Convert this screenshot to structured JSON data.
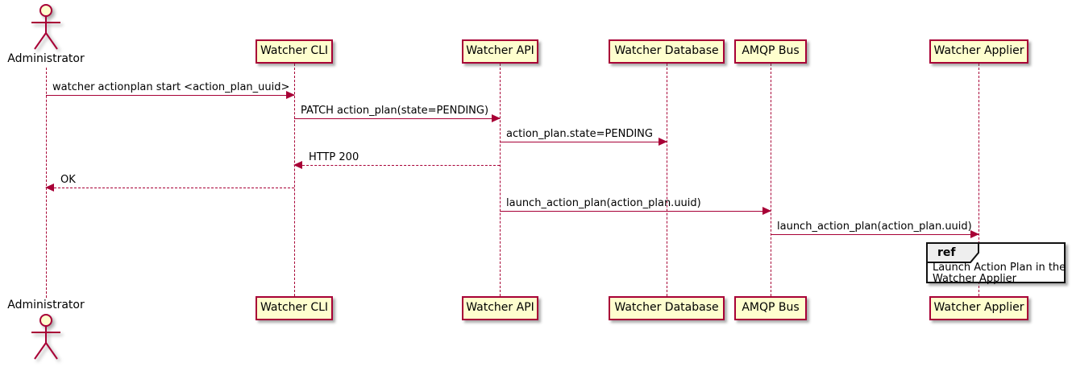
{
  "actor": {
    "name": "Administrator"
  },
  "participants": [
    {
      "name": "Watcher CLI"
    },
    {
      "name": "Watcher API"
    },
    {
      "name": "Watcher Database"
    },
    {
      "name": "AMQP Bus"
    },
    {
      "name": "Watcher Applier"
    }
  ],
  "messages": [
    {
      "text": "watcher actionplan start <action_plan_uuid>",
      "from": "Administrator",
      "to": "Watcher CLI",
      "style": "solid"
    },
    {
      "text": "PATCH action_plan(state=PENDING)",
      "from": "Watcher CLI",
      "to": "Watcher API",
      "style": "solid"
    },
    {
      "text": "action_plan.state=PENDING",
      "from": "Watcher API",
      "to": "Watcher Database",
      "style": "solid"
    },
    {
      "text": "HTTP 200",
      "from": "Watcher API",
      "to": "Watcher CLI",
      "style": "dashed-return"
    },
    {
      "text": "OK",
      "from": "Watcher CLI",
      "to": "Administrator",
      "style": "dashed-return"
    },
    {
      "text": "launch_action_plan(action_plan.uuid)",
      "from": "Watcher API",
      "to": "AMQP Bus",
      "style": "solid"
    },
    {
      "text": "launch_action_plan(action_plan.uuid)",
      "from": "AMQP Bus",
      "to": "Watcher Applier",
      "style": "solid"
    }
  ],
  "ref": {
    "keyword": "ref",
    "line1": "Launch Action Plan in the",
    "line2": "Watcher Applier"
  },
  "colors": {
    "participant_fill": "#FEFECE",
    "line": "#A80036",
    "ref_header_fill": "#EEEEEE",
    "text": "#000000"
  }
}
